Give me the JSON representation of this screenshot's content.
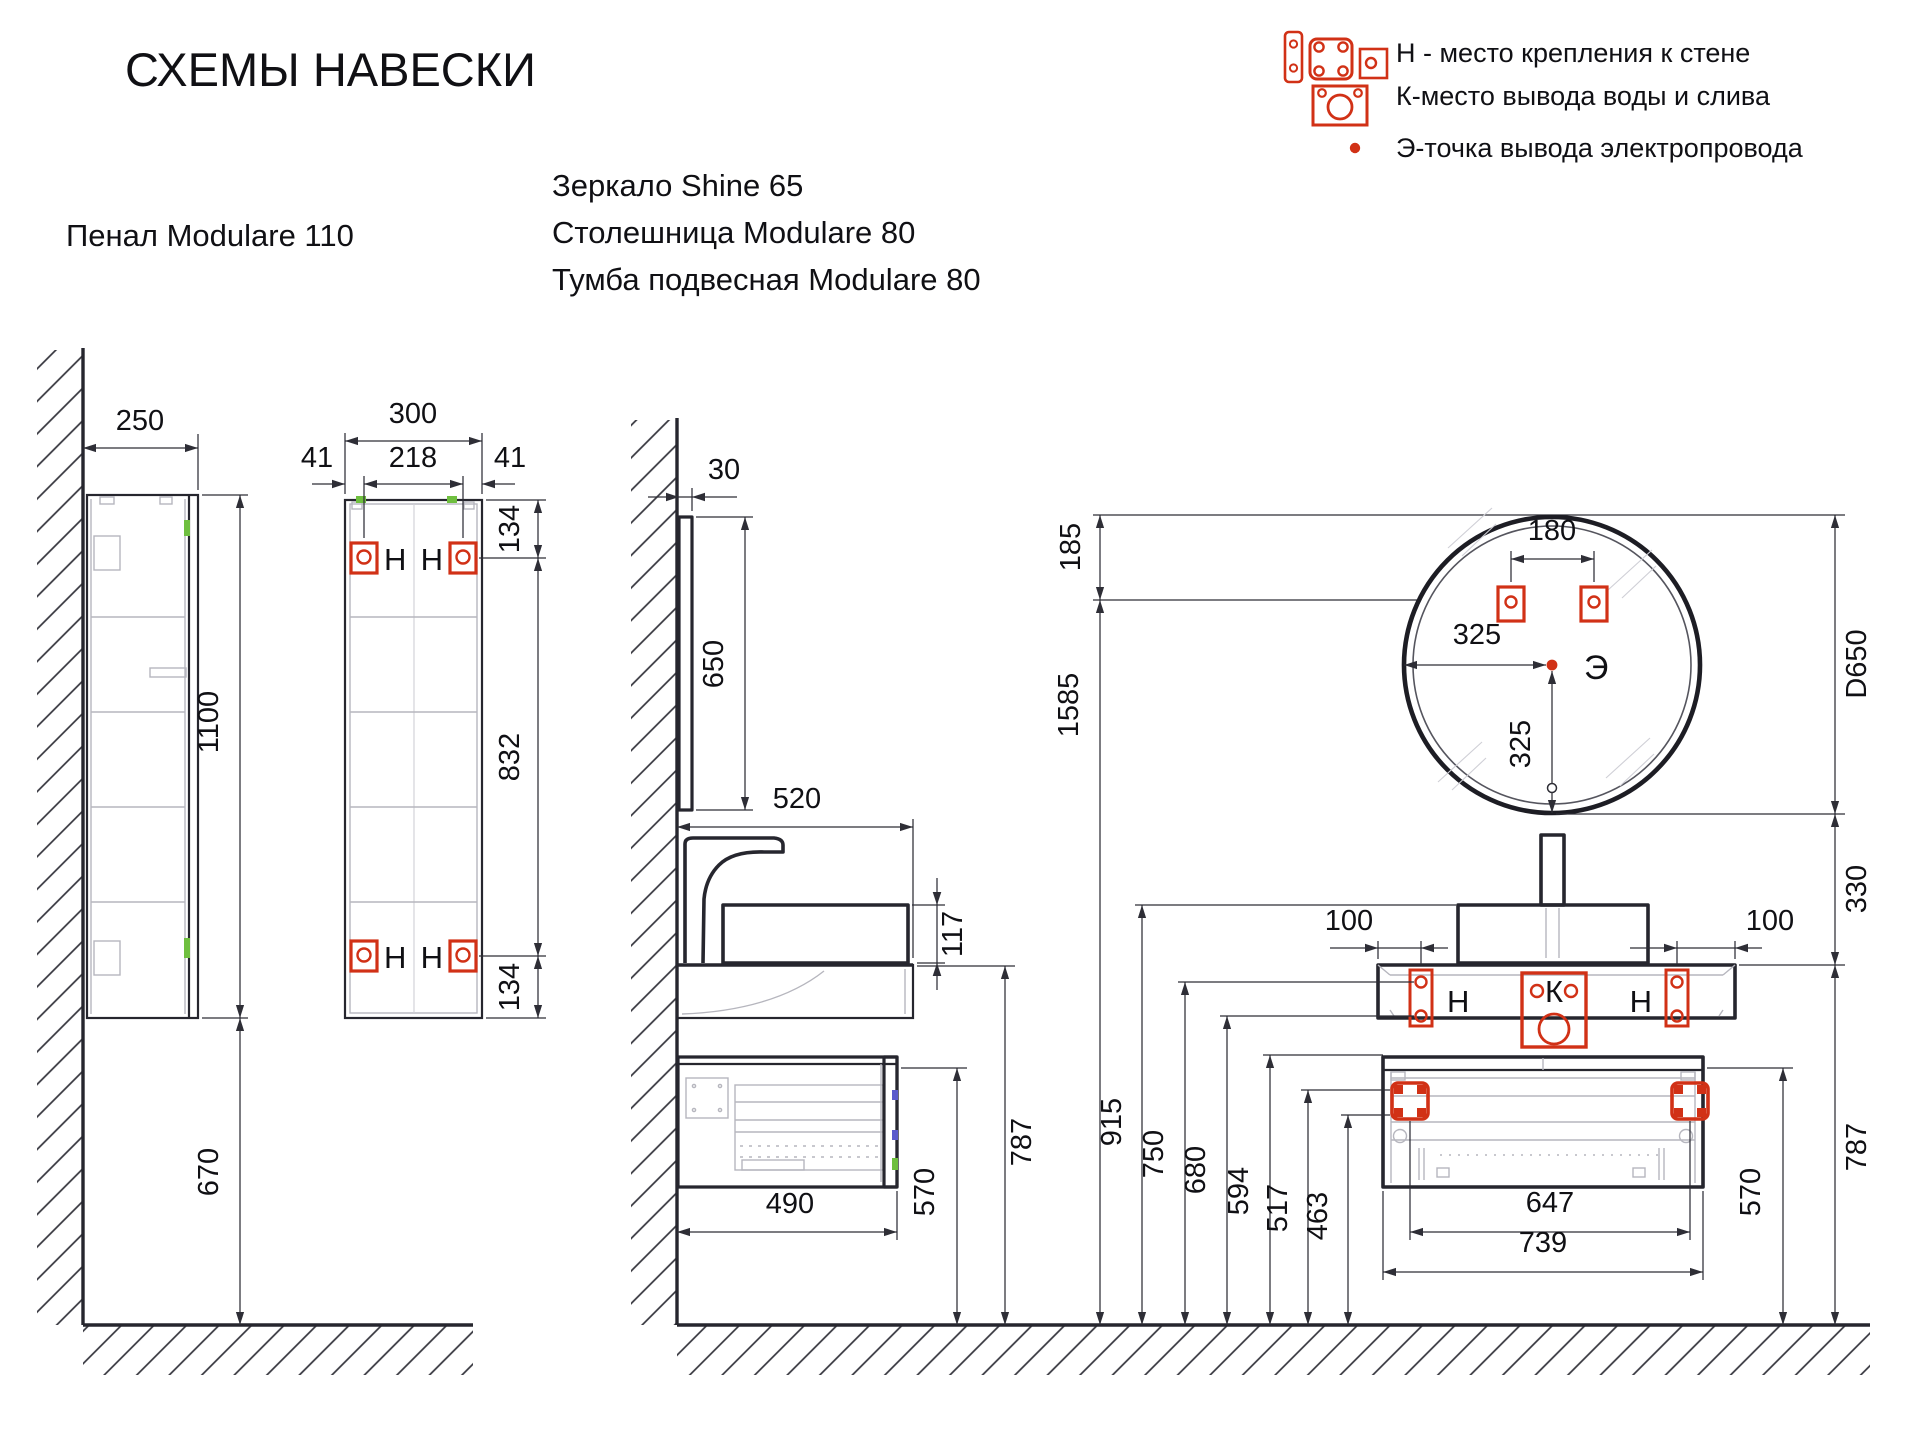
{
  "title": "СХЕМЫ НАВЕСКИ",
  "legend": {
    "wall_mount": "Н - место крепления к стене",
    "water_outlet": "К-место вывода воды и слива",
    "electric_point": "Э-точка вывода электропровода"
  },
  "products": {
    "penal": "Пенал Modulare 110",
    "mirror": "Зеркало Shine 65",
    "countertop": "Столешница Modulare 80",
    "vanity": "Тумба подвесная Modulare 80"
  },
  "markers": {
    "wall": "Н",
    "water": "К",
    "electric": "Э"
  },
  "dims": {
    "penal_side": {
      "depth": "250",
      "height": "1100",
      "floor_gap": "670"
    },
    "penal_front": {
      "width": "300",
      "margin": "41",
      "mount_span": "218",
      "top_offset": "134",
      "mount_height": "832",
      "bottom_offset": "134"
    },
    "side": {
      "mirror_thickness": "30",
      "mirror_height": "650",
      "counter_depth": "520",
      "sink_height": "117",
      "cabinet_depth": "490"
    },
    "front": {
      "mirror_top_gap": "185",
      "mount_height": "1585",
      "sink_top": "915",
      "h_hole_top": "750",
      "h_hole_bottom": "680",
      "cabinet_top": "594",
      "bracket_top": "517",
      "bracket_bottom": "463",
      "mirror_mount_span": "180",
      "center_offset_x": "325",
      "center_offset_y": "325",
      "diameter": "D650",
      "mirror_counter_gap": "330",
      "h_edge_offset": "100",
      "bracket_span": "647",
      "cabinet_width": "739"
    },
    "shared": {
      "cabinet_floor": "570",
      "counter_floor": "787"
    }
  },
  "colors": {
    "accent_red": "#d13116",
    "line": "#26262e",
    "detail_gray": "#b6b6be",
    "accent_green": "#6fbf3f"
  }
}
